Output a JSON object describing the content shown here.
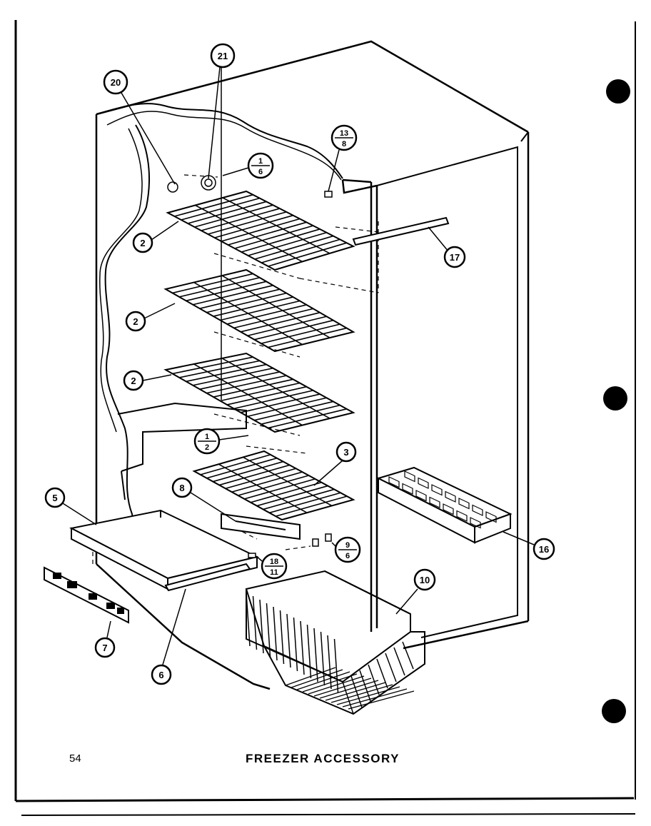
{
  "page": {
    "number": "54",
    "title": "FREEZER ACCESSORY"
  },
  "callouts": {
    "c20": "20",
    "c21": "21",
    "c1_6": {
      "top": "1",
      "bottom": "6"
    },
    "c13_8": {
      "top": "13",
      "bottom": "8"
    },
    "c2a": "2",
    "c2b": "2",
    "c2c": "2",
    "c17": "17",
    "c1_2": {
      "top": "1",
      "bottom": "2"
    },
    "c3": "3",
    "c5": "5",
    "c8": "8",
    "c9_6": {
      "top": "9",
      "bottom": "6"
    },
    "c18_11": {
      "top": "18",
      "bottom": "11"
    },
    "c10": "10",
    "c16": "16",
    "c7": "7",
    "c6": "6"
  },
  "colors": {
    "ink": "#000000",
    "paper": "#ffffff"
  }
}
